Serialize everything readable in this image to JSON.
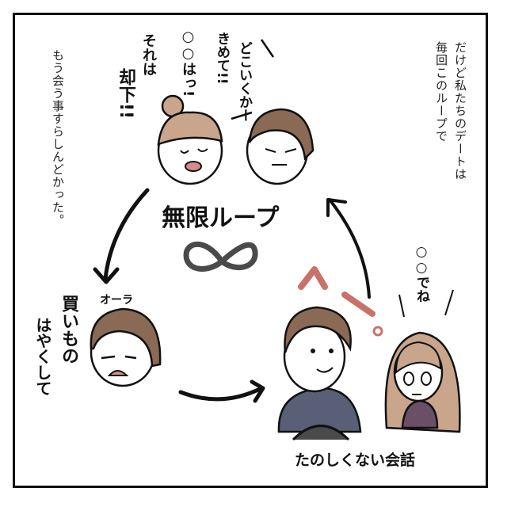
{
  "panel": {
    "border_color": "#111111",
    "background": "#ffffff"
  },
  "narration": {
    "right_line1": "だけど私たちのデートは",
    "right_line2": "毎回このループで",
    "left": "もう会う事すらしんどかった。"
  },
  "dialogue": {
    "man_top": "どこいくかー",
    "woman_top_1": "きめて!!",
    "woman_top_2": "○○はっ!",
    "woman_top_3": "それは",
    "woman_top_4": "却下!!",
    "man_left_sfx": "オーラ",
    "man_left_1": "買いもの",
    "man_left_2": "はやくして",
    "woman_right": "○○でね"
  },
  "labels": {
    "loop_title": "無限ループ",
    "infinity": "∞",
    "bottom_caption": "たのしくない会話"
  },
  "colors": {
    "hair_brown": "#8a6a55",
    "hair_light": "#c9a58c",
    "mouth_pink": "#d98b8b",
    "sweater_blue": "#5a5f78",
    "sweater_purple": "#6a4f66",
    "sfx_red": "#c9726a",
    "infinity_gray": "#4a4a4a",
    "ink": "#111111"
  }
}
